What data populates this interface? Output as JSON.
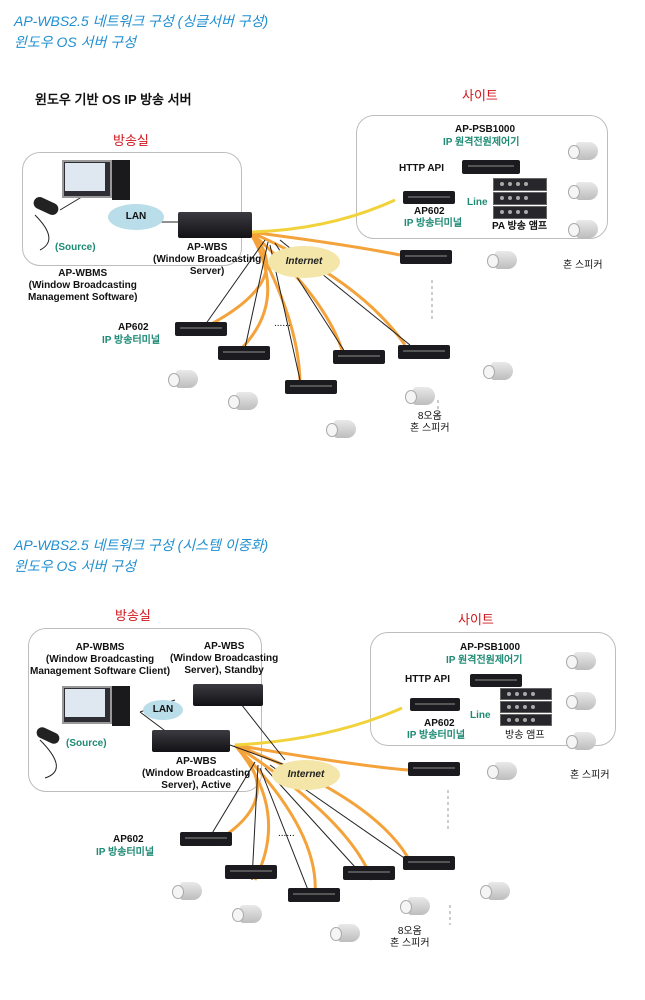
{
  "section1": {
    "title": "AP-WBS2.5 네트워크 구성 (싱글서버 구성)",
    "subtitle": "윈도우 OS 서버 구성",
    "windows_server_caption": "윈도우 기반 OS IP 방송 서버",
    "broadcast_room": "방송실",
    "site": "사이트",
    "lan": "LAN",
    "source": "(Source)",
    "internet": "Internet",
    "wbms": "AP-WBMS\n(Window Broadcasting\nManagement Software)",
    "wbs": "AP-WBS\n(Window Broadcasting\nServer)",
    "psb_model": "AP-PSB1000",
    "psb_desc": "IP 원격전원제어기",
    "http_api": "HTTP API",
    "line": "Line",
    "site_ap602": "AP602",
    "site_ap602_desc": "IP 방송터미널",
    "pa_amp": "PA 방송 앰프",
    "horn_speaker": "혼 스피커",
    "ap602": "AP602",
    "ap602_desc": "IP 방송터미널",
    "ohm_speaker": "8오옴\n혼 스피커",
    "dots": "......"
  },
  "section2": {
    "title": "AP-WBS2.5 네트워크 구성 (시스템 이중화)",
    "subtitle": "윈도우 OS 서버 구성",
    "broadcast_room": "방송실",
    "site": "사이트",
    "lan": "LAN",
    "source": "(Source)",
    "internet": "Internet",
    "wbms": "AP-WBMS\n(Window Broadcasting\nManagement Software Client)",
    "wbs_standby": "AP-WBS\n(Window Broadcasting\nServer), Standby",
    "wbs_active": "AP-WBS\n(Window Broadcasting\nServer), Active",
    "psb_model": "AP-PSB1000",
    "psb_desc": "IP 원격전원제어기",
    "http_api": "HTTP API",
    "line": "Line",
    "site_ap602": "AP602",
    "site_ap602_desc": "IP 방송터미널",
    "amp": "방송 앰프",
    "horn_speaker": "혼 스피커",
    "ap602": "AP602",
    "ap602_desc": "IP 방송터미널",
    "ohm_speaker": "8오옴\n혼 스피커",
    "dots": "......"
  },
  "colors": {
    "heading": "#1f8fd0",
    "red_label": "#d0161b",
    "green_label": "#1e8a74",
    "orange_link": "#f4a23a",
    "yellow_link": "#f1d23b"
  }
}
